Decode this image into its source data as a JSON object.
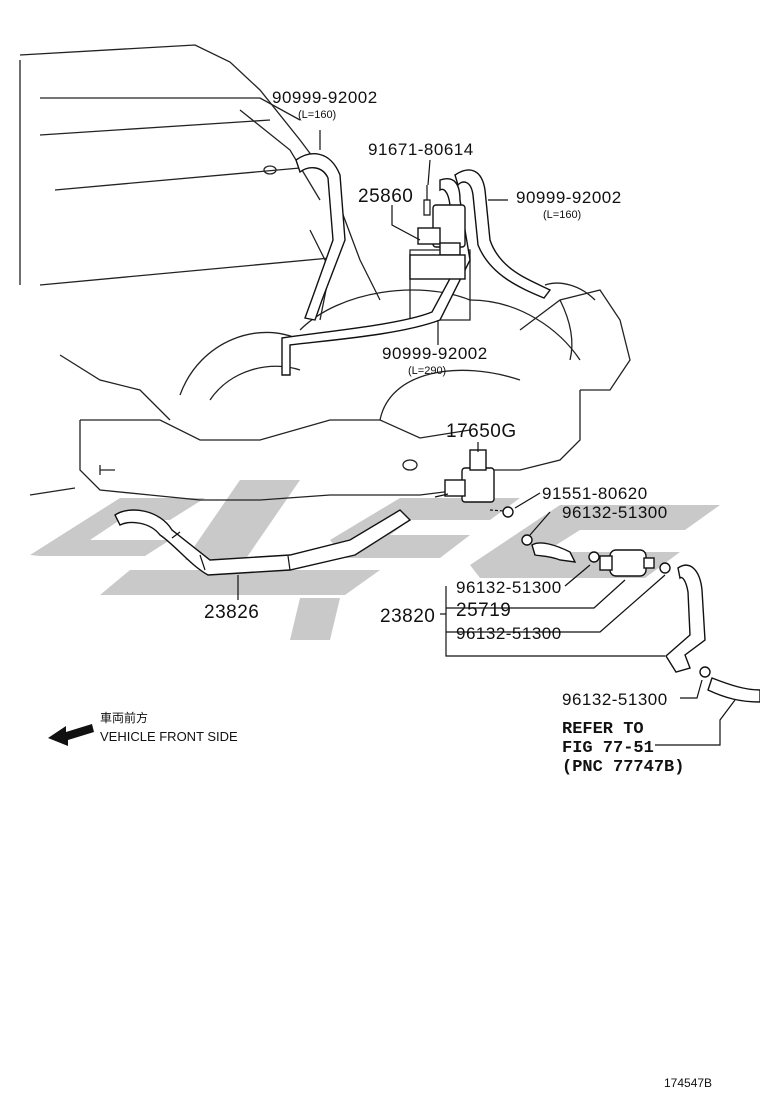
{
  "labels": {
    "hose_top_left": "90999-92002",
    "hose_top_left_len": "(L=160)",
    "bolt_top": "91671-80614",
    "vsv_top": "25860",
    "hose_top_right": "90999-92002",
    "hose_top_right_len": "(L=160)",
    "hose_mid": "90999-92002",
    "hose_mid_len": "(L=290)",
    "vsv_mid": "17650G",
    "bolt_mid": "91551-80620",
    "clamp_a": "96132-51300",
    "clamp_b": "96132-51300",
    "hose_left": "23826",
    "hose_assy": "23820",
    "filter": "25719",
    "clamp_c": "96132-51300",
    "clamp_d": "96132-51300"
  },
  "reference": {
    "line1": "REFER TO",
    "line2": "FIG 77-51",
    "line3": "(PNC 77747B)"
  },
  "direction": {
    "jp": "車両前方",
    "en": "VEHICLE FRONT SIDE",
    "icon": "arrow-left-icon"
  },
  "footer": {
    "drawing_no": "174547B"
  },
  "colors": {
    "watermark": "#c9c9c9",
    "ink": "#111111"
  }
}
